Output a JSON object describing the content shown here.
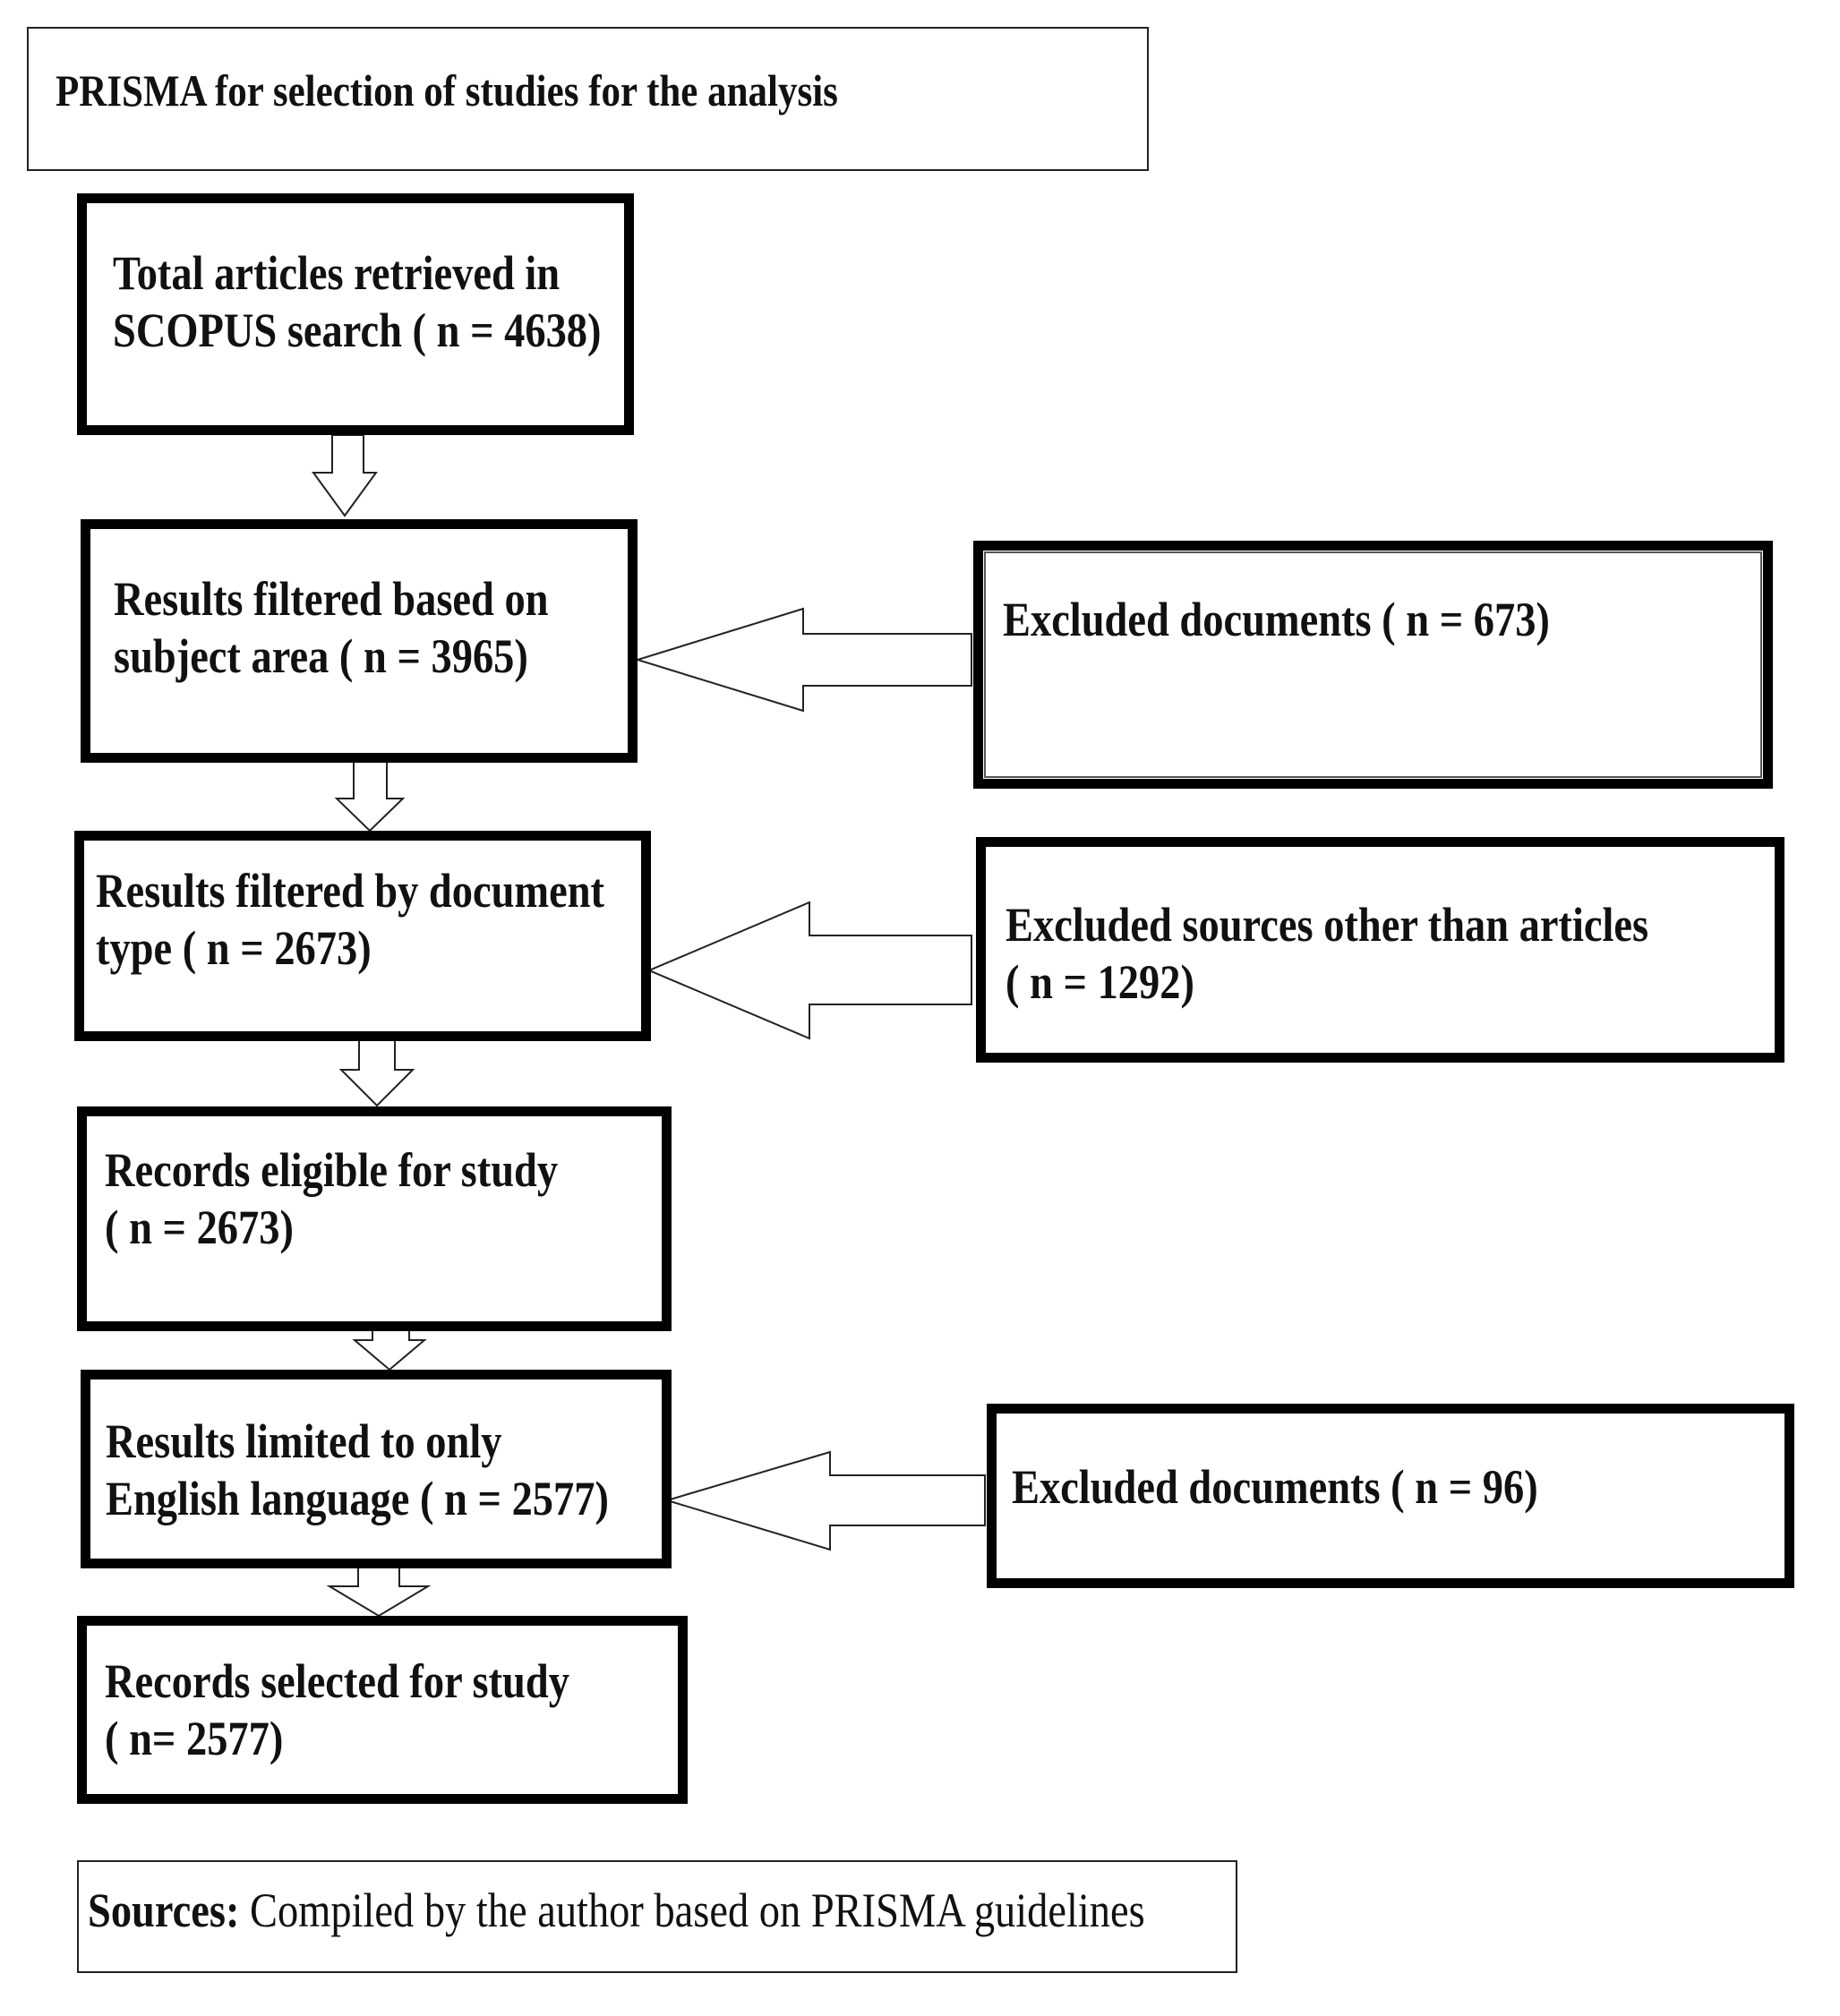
{
  "title": "PRISMA for selection of studies for the analysis",
  "main_flow": [
    {
      "lines": [
        "Total articles retrieved in",
        "SCOPUS search ( n = 4638)"
      ]
    },
    {
      "lines": [
        "Results filtered based on",
        "subject area ( n = 3965)"
      ]
    },
    {
      "lines": [
        "Results filtered by document",
        "type ( n = 2673)"
      ]
    },
    {
      "lines": [
        "Records eligible for study",
        "( n = 2673)"
      ]
    },
    {
      "lines": [
        "Results limited to only",
        "English language ( n = 2577)"
      ]
    },
    {
      "lines": [
        "Records selected for study",
        "( n= 2577)"
      ]
    }
  ],
  "exclusions": [
    {
      "lines": [
        "Excluded documents ( n = 673)"
      ]
    },
    {
      "lines": [
        "Excluded sources other than articles",
        "( n = 1292)"
      ]
    },
    {
      "lines": [
        "Excluded documents ( n = 96)"
      ]
    }
  ],
  "source_note": {
    "label": "Sources:",
    "text": " Compiled by the author based on PRISMA guidelines"
  }
}
